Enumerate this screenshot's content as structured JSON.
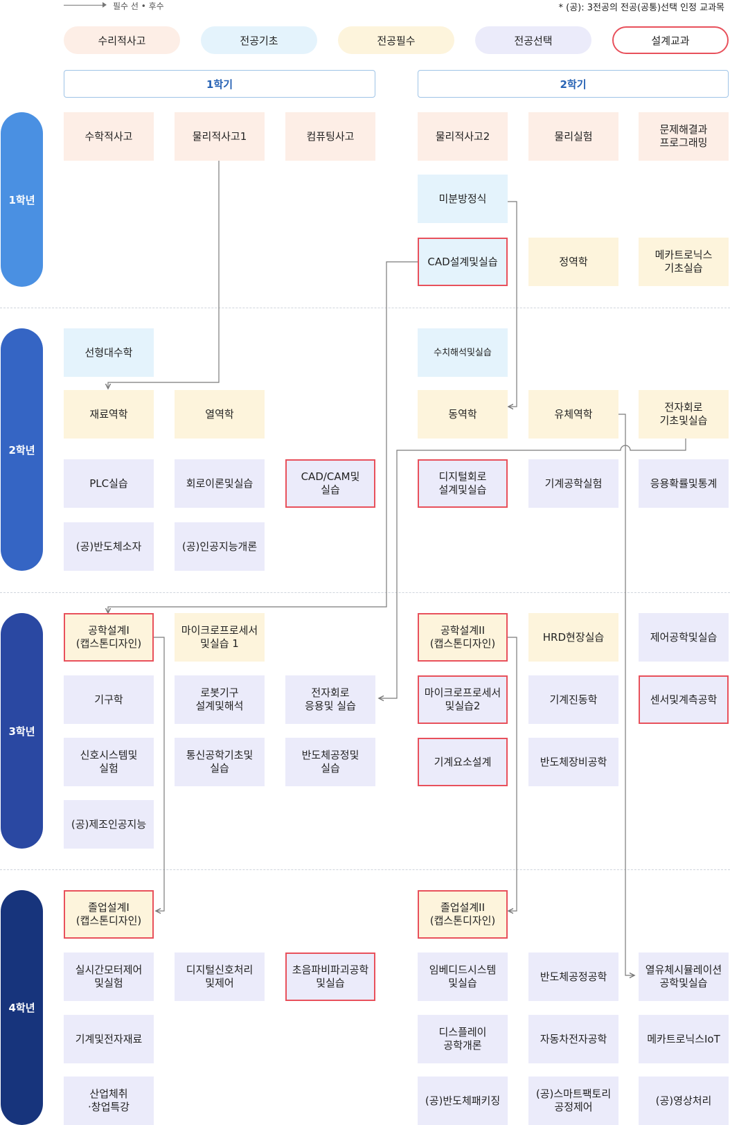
{
  "legend": {
    "prereq_label": "필수 선 • 후수"
  },
  "note": "* (공):  3전공의 전공(공통)선택 인정 교과목",
  "categories": [
    {
      "label": "수리적사고",
      "color": "#fdeee6"
    },
    {
      "label": "전공기초",
      "color": "#e4f3fc"
    },
    {
      "label": "전공필수",
      "color": "#fdf4dc"
    },
    {
      "label": "전공선택",
      "color": "#ebebfa"
    },
    {
      "label": "설계교과",
      "color": "#e8505b"
    }
  ],
  "semesters": [
    "1학기",
    "2학기"
  ],
  "years": [
    "1학년",
    "2학년",
    "3학년",
    "4학년"
  ],
  "courses": {
    "y1": {
      "c1": "수학적사고",
      "c2": "물리적사고1",
      "c3": "컴퓨팅사고",
      "c4": "물리적사고2",
      "c5": "물리실험",
      "c6": "문제해결과\n프로그래밍",
      "c7": "미분방정식",
      "c8": "CAD설계및실습",
      "c9": "정역학",
      "c10": "메카트로닉스\n기초실습"
    },
    "y2": {
      "c1": "선형대수학",
      "c2": "수치해석및실습",
      "c3": "재료역학",
      "c4": "열역학",
      "c5": "동역학",
      "c6": "유체역학",
      "c7": "전자회로\n기초및실습",
      "c8": "PLC실습",
      "c9": "회로이론및실습",
      "c10": "CAD/CAM및\n실습",
      "c11": "디지털회로\n설계및실습",
      "c12": "기계공학실험",
      "c13": "응용확률및통계",
      "c14": "(공)반도체소자",
      "c15": "(공)인공지능개론"
    },
    "y3": {
      "c1": "공학설계I\n(캡스톤디자인)",
      "c2": "마이크로프로세서\n및실습 1",
      "c3": "공학설계II\n(캡스톤디자인)",
      "c4": "HRD현장실습",
      "c5": "제어공학및실습",
      "c6": "기구학",
      "c7": "로봇기구\n설계및해석",
      "c8": "전자회로\n응용및 실습",
      "c9": "마이크로프로세서\n및실습2",
      "c10": "기계진동학",
      "c11": "센서및계측공학",
      "c12": "신호시스템및\n실험",
      "c13": "통신공학기초및\n실습",
      "c14": "반도체공정및\n실습",
      "c15": "기계요소설계",
      "c16": "반도체장비공학",
      "c17": "(공)제조인공지능"
    },
    "y4": {
      "c1": "졸업설계I\n(캡스톤디자인)",
      "c2": "졸업설계II\n(캡스톤디자인)",
      "c3": "실시간모터제어\n및실험",
      "c4": "디지털신호처리\n및제어",
      "c5": "초음파비파괴공학\n및실습",
      "c6": "임베디드시스템\n및실습",
      "c7": "반도체공정공학",
      "c8": "열유체시뮬레이션\n공학및실습",
      "c9": "기계및전자재료",
      "c10": "디스플레이\n공학개론",
      "c11": "자동차전자공학",
      "c12": "메카트로닉스IoT",
      "c13": "산업체취\n·창업특강",
      "c14": "(공)반도체패키징",
      "c15": "(공)스마트팩토리\n공정제어",
      "c16": "(공)영상처리"
    }
  }
}
